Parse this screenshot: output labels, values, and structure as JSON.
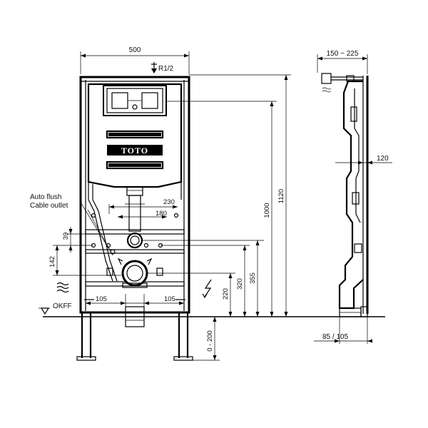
{
  "front_view": {
    "width_label": "500",
    "water_label": "R1/2",
    "logo_text": "TOTO",
    "height_total_label": "1120",
    "height_1000_label": "1000",
    "height_355_label": "355",
    "height_320_label": "320",
    "height_220_label": "220",
    "dim_230_label": "230",
    "dim_180_label": "180",
    "dim_39_label": "39",
    "dim_142_label": "142",
    "dim_105_left_label": "105",
    "dim_105_right_label": "105",
    "floor_range_label": "0 - 200",
    "auto_flush_label": "Auto flush",
    "cable_outlet_label": "Cable outlet",
    "okff_label": "OKFF"
  },
  "side_view": {
    "depth_label": "150 ~ 225",
    "dim_120_label": "120",
    "foot_label": "85 / 105"
  }
}
